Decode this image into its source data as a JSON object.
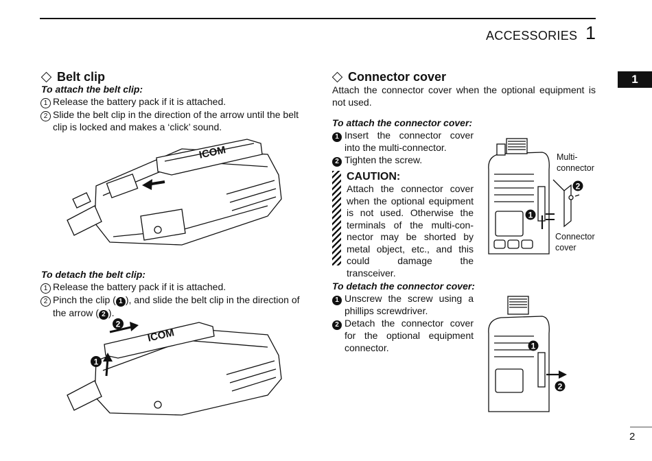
{
  "header": {
    "title": "ACCESSORIES",
    "chapter": "1"
  },
  "side_tab": "1",
  "page_number": "2",
  "belt_clip": {
    "title": "Belt clip",
    "attach": {
      "subtitle": "To attach the belt clip:",
      "steps": [
        {
          "marker": "1",
          "text": "Release the battery pack if it is attached."
        },
        {
          "marker": "2",
          "text": "Slide the belt clip in the direction of the arrow until the belt clip is locked and makes a ‘click’ sound."
        }
      ]
    },
    "detach": {
      "subtitle": "To detach the belt clip:",
      "steps": [
        {
          "marker": "1",
          "text": "Release the battery pack if it is attached."
        },
        {
          "marker": "2",
          "text_a": "Pinch the clip (",
          "ref1": "1",
          "text_b": "), and slide the belt clip in the direction of the arrow (",
          "ref2": "2",
          "text_c": ")."
        }
      ]
    },
    "figure_logo": "ICOM",
    "figure_callouts": [
      "1",
      "2"
    ]
  },
  "connector_cover": {
    "title": "Connector cover",
    "intro": "Attach the connector cover when the optional equipment is not used.",
    "attach": {
      "subtitle": "To attach the connector cover:",
      "steps": [
        {
          "marker": "1",
          "text": "Insert the connector cover into the multi-connector."
        },
        {
          "marker": "2",
          "text": "Tighten the screw."
        }
      ]
    },
    "caution": {
      "title": "CAUTION:",
      "text": "Attach the connector cover when the optional equipment is not used. Otherwise the terminals of the multi-con-nector may be shorted by metal object, etc., and this could damage the transceiver."
    },
    "figure_labels": {
      "multi_connector": "Multi-connector",
      "connector_cover": "Connector cover"
    },
    "detach": {
      "subtitle": "To detach the connector cover:",
      "steps": [
        {
          "marker": "1",
          "text": "Unscrew the screw using a phillips screwdriver."
        },
        {
          "marker": "2",
          "text": "Detach the connector cover for the optional equipment connector."
        }
      ]
    },
    "figure_callouts": [
      "1",
      "2"
    ]
  }
}
